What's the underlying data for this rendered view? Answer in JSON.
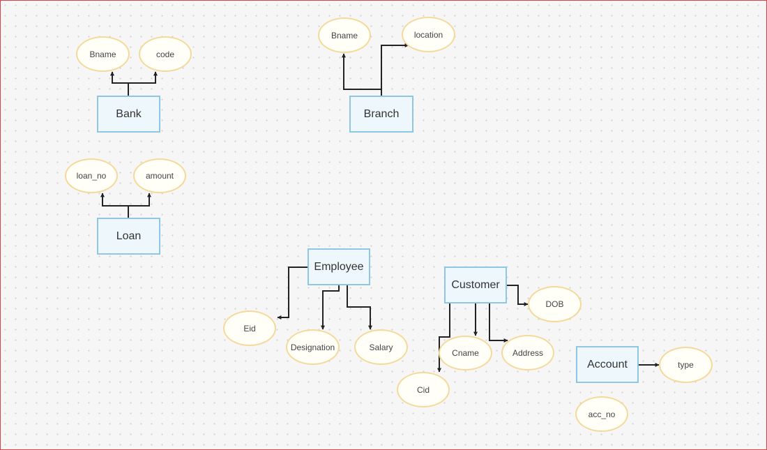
{
  "diagram": {
    "entities": {
      "bank": "Bank",
      "branch": "Branch",
      "loan": "Loan",
      "employee": "Employee",
      "customer": "Customer",
      "account": "Account"
    },
    "attributes": {
      "bank_bname": "Bname",
      "bank_code": "code",
      "branch_bname": "Bname",
      "branch_location": "location",
      "loan_no": "loan_no",
      "loan_amount": "amount",
      "emp_eid": "Eid",
      "emp_designation": "Designation",
      "emp_salary": "Salary",
      "cust_dob": "DOB",
      "cust_cname": "Cname",
      "cust_address": "Address",
      "cust_cid": "Cid",
      "acct_type": "type",
      "acct_no": "acc_no"
    },
    "edges": [
      {
        "from": "bank",
        "to": "bank_bname"
      },
      {
        "from": "bank",
        "to": "bank_code"
      },
      {
        "from": "branch",
        "to": "branch_bname"
      },
      {
        "from": "branch",
        "to": "branch_location"
      },
      {
        "from": "loan",
        "to": "loan_no"
      },
      {
        "from": "loan",
        "to": "loan_amount"
      },
      {
        "from": "employee",
        "to": "emp_eid"
      },
      {
        "from": "employee",
        "to": "emp_designation"
      },
      {
        "from": "employee",
        "to": "emp_salary"
      },
      {
        "from": "customer",
        "to": "cust_dob"
      },
      {
        "from": "customer",
        "to": "cust_cname"
      },
      {
        "from": "customer",
        "to": "cust_address"
      },
      {
        "from": "customer",
        "to": "cust_cid"
      },
      {
        "from": "account",
        "to": "acct_type"
      }
    ]
  }
}
